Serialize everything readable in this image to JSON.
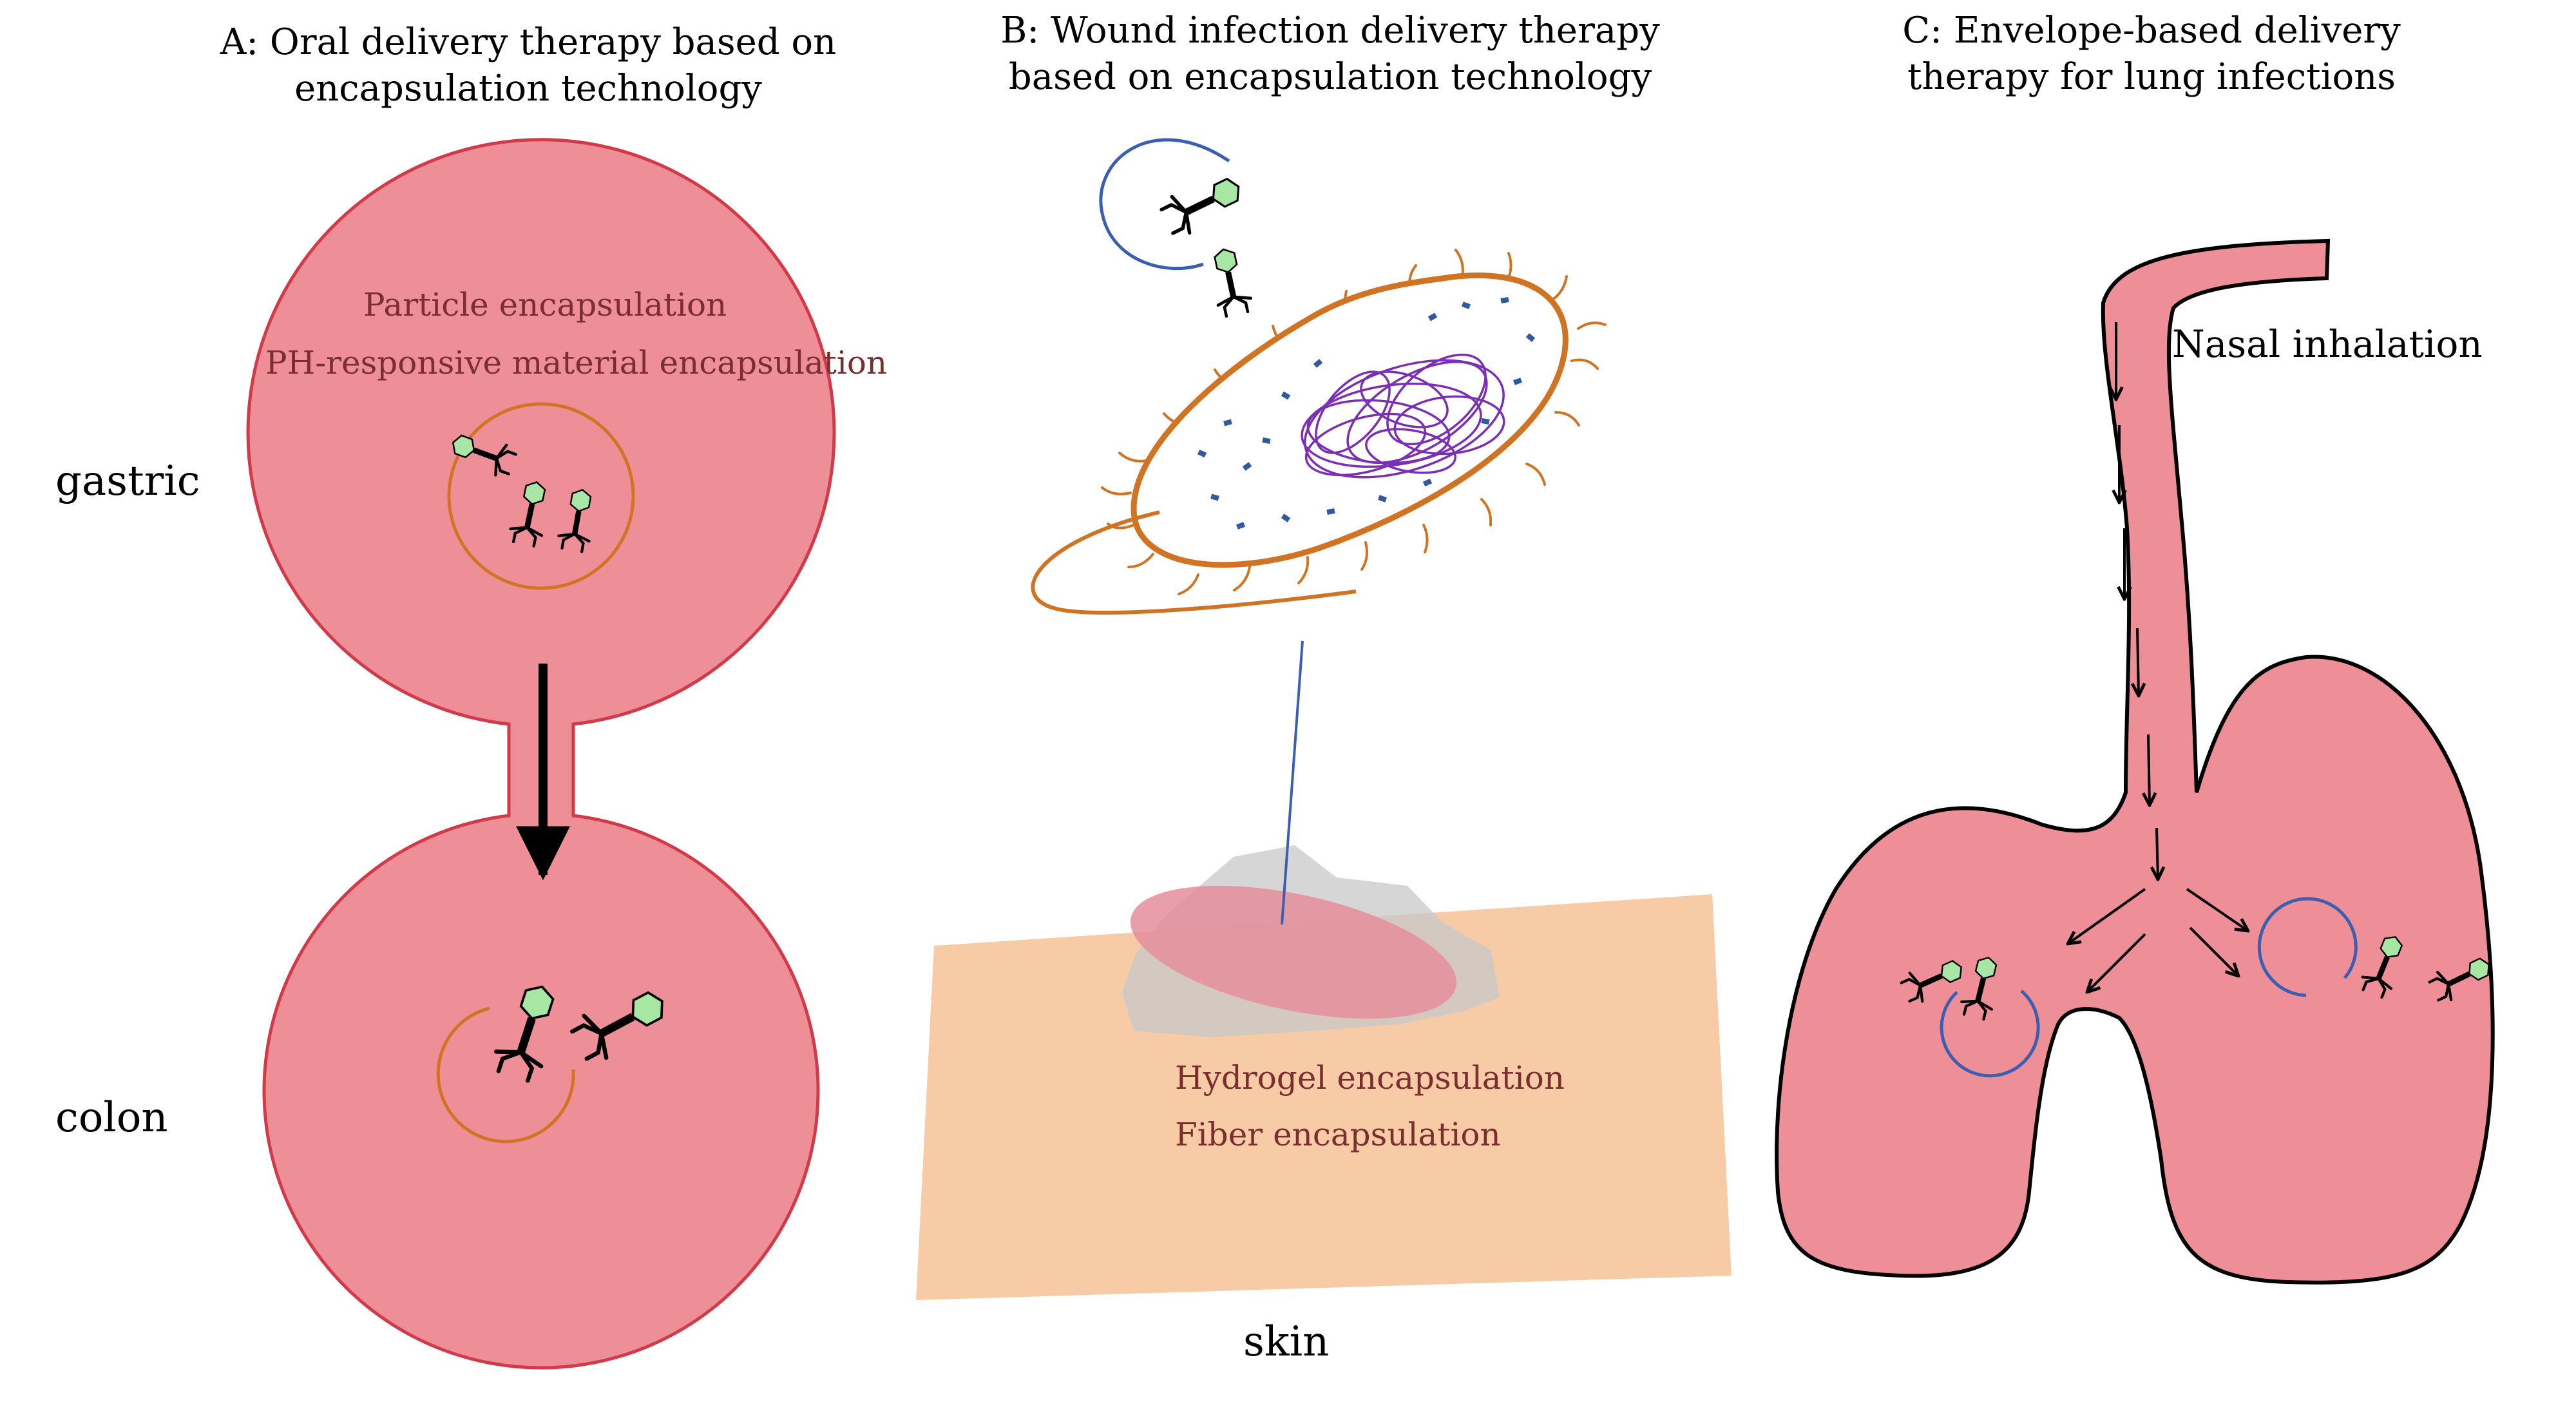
{
  "panels": {
    "a": {
      "title_line1": "A: Oral delivery therapy based on",
      "title_line2": "encapsulation technology",
      "organ_top": "gastric",
      "organ_bottom": "colon",
      "method_1": "Particle encapsulation",
      "method_2": "PH-responsive material encapsulation"
    },
    "b": {
      "title_line1": "B: Wound infection delivery therapy",
      "title_line2": "based on encapsulation technology",
      "method_1": "Hydrogel encapsulation",
      "method_2": "Fiber encapsulation",
      "tissue": "skin"
    },
    "c": {
      "title_line1": "C: Envelope-based delivery",
      "title_line2": "therapy for lung infections",
      "route": "Nasal inhalation"
    }
  },
  "colors": {
    "organ_fill": "#ee8f98",
    "organ_stroke": "#d13a48",
    "capsule_orange": "#d07424",
    "envelope_blue": "#3b5fb0",
    "phage_head": "#a8e6a3",
    "skin_fill": "#f7cba6",
    "dna_purple": "#7a2fb4",
    "plasmid_dots": "#2f5aa0"
  },
  "icons": [
    "bacteriophage-icon",
    "bacterium-icon",
    "wound-icon",
    "lungs-icon",
    "arrow-icon"
  ]
}
